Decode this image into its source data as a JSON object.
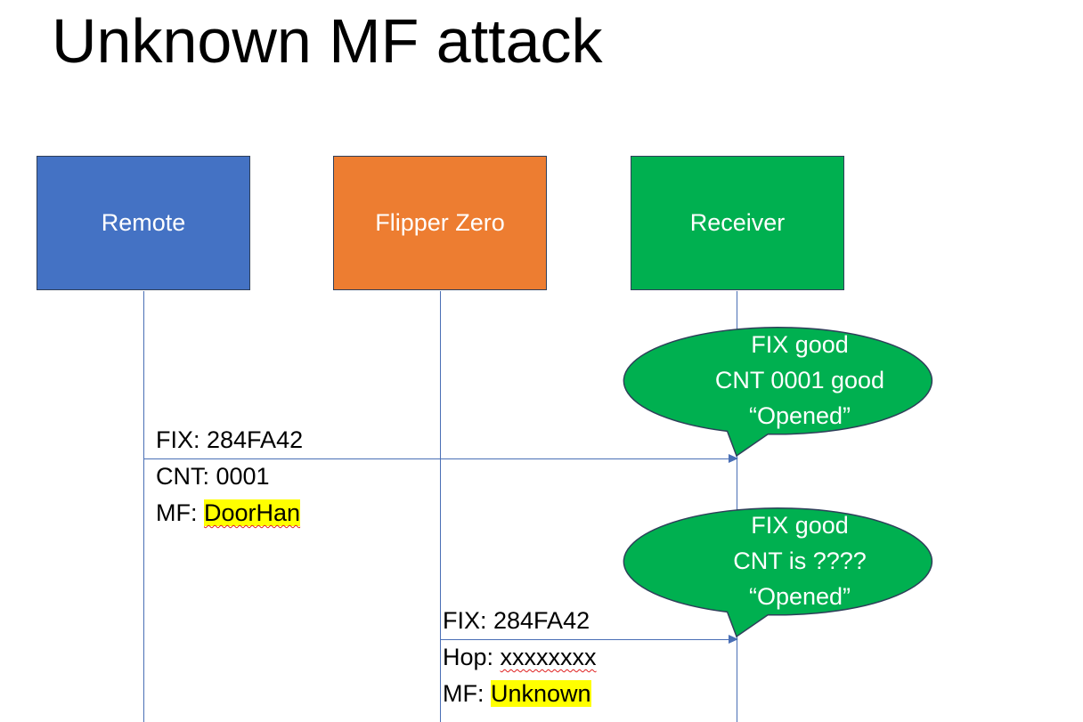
{
  "title": "Unknown MF attack",
  "actors": {
    "remote": {
      "label": "Remote",
      "color": "#4472C4"
    },
    "flipper": {
      "label": "Flipper Zero",
      "color": "#ED7D31"
    },
    "receiver": {
      "label": "Receiver",
      "color": "#00B050"
    }
  },
  "message1": {
    "fix": "FIX: 284FA42",
    "cnt": "CNT: 0001",
    "mf_prefix": "MF: ",
    "mf_value": "DoorHan"
  },
  "message2": {
    "fix": "FIX: 284FA42",
    "hop_prefix": "Hop: ",
    "hop_value": "xxxxxxxx",
    "mf_prefix": "MF: ",
    "mf_value": "Unknown"
  },
  "bubble1": {
    "line1": "FIX good",
    "line2": "CNT 0001 good",
    "line3": "“Opened”"
  },
  "bubble2": {
    "line1": "FIX good",
    "line2": "CNT is ????",
    "line3": "“Opened”"
  },
  "colors": {
    "line": "#4A6FB5",
    "highlight": "#FFFF00",
    "bubble": "#00B050"
  }
}
